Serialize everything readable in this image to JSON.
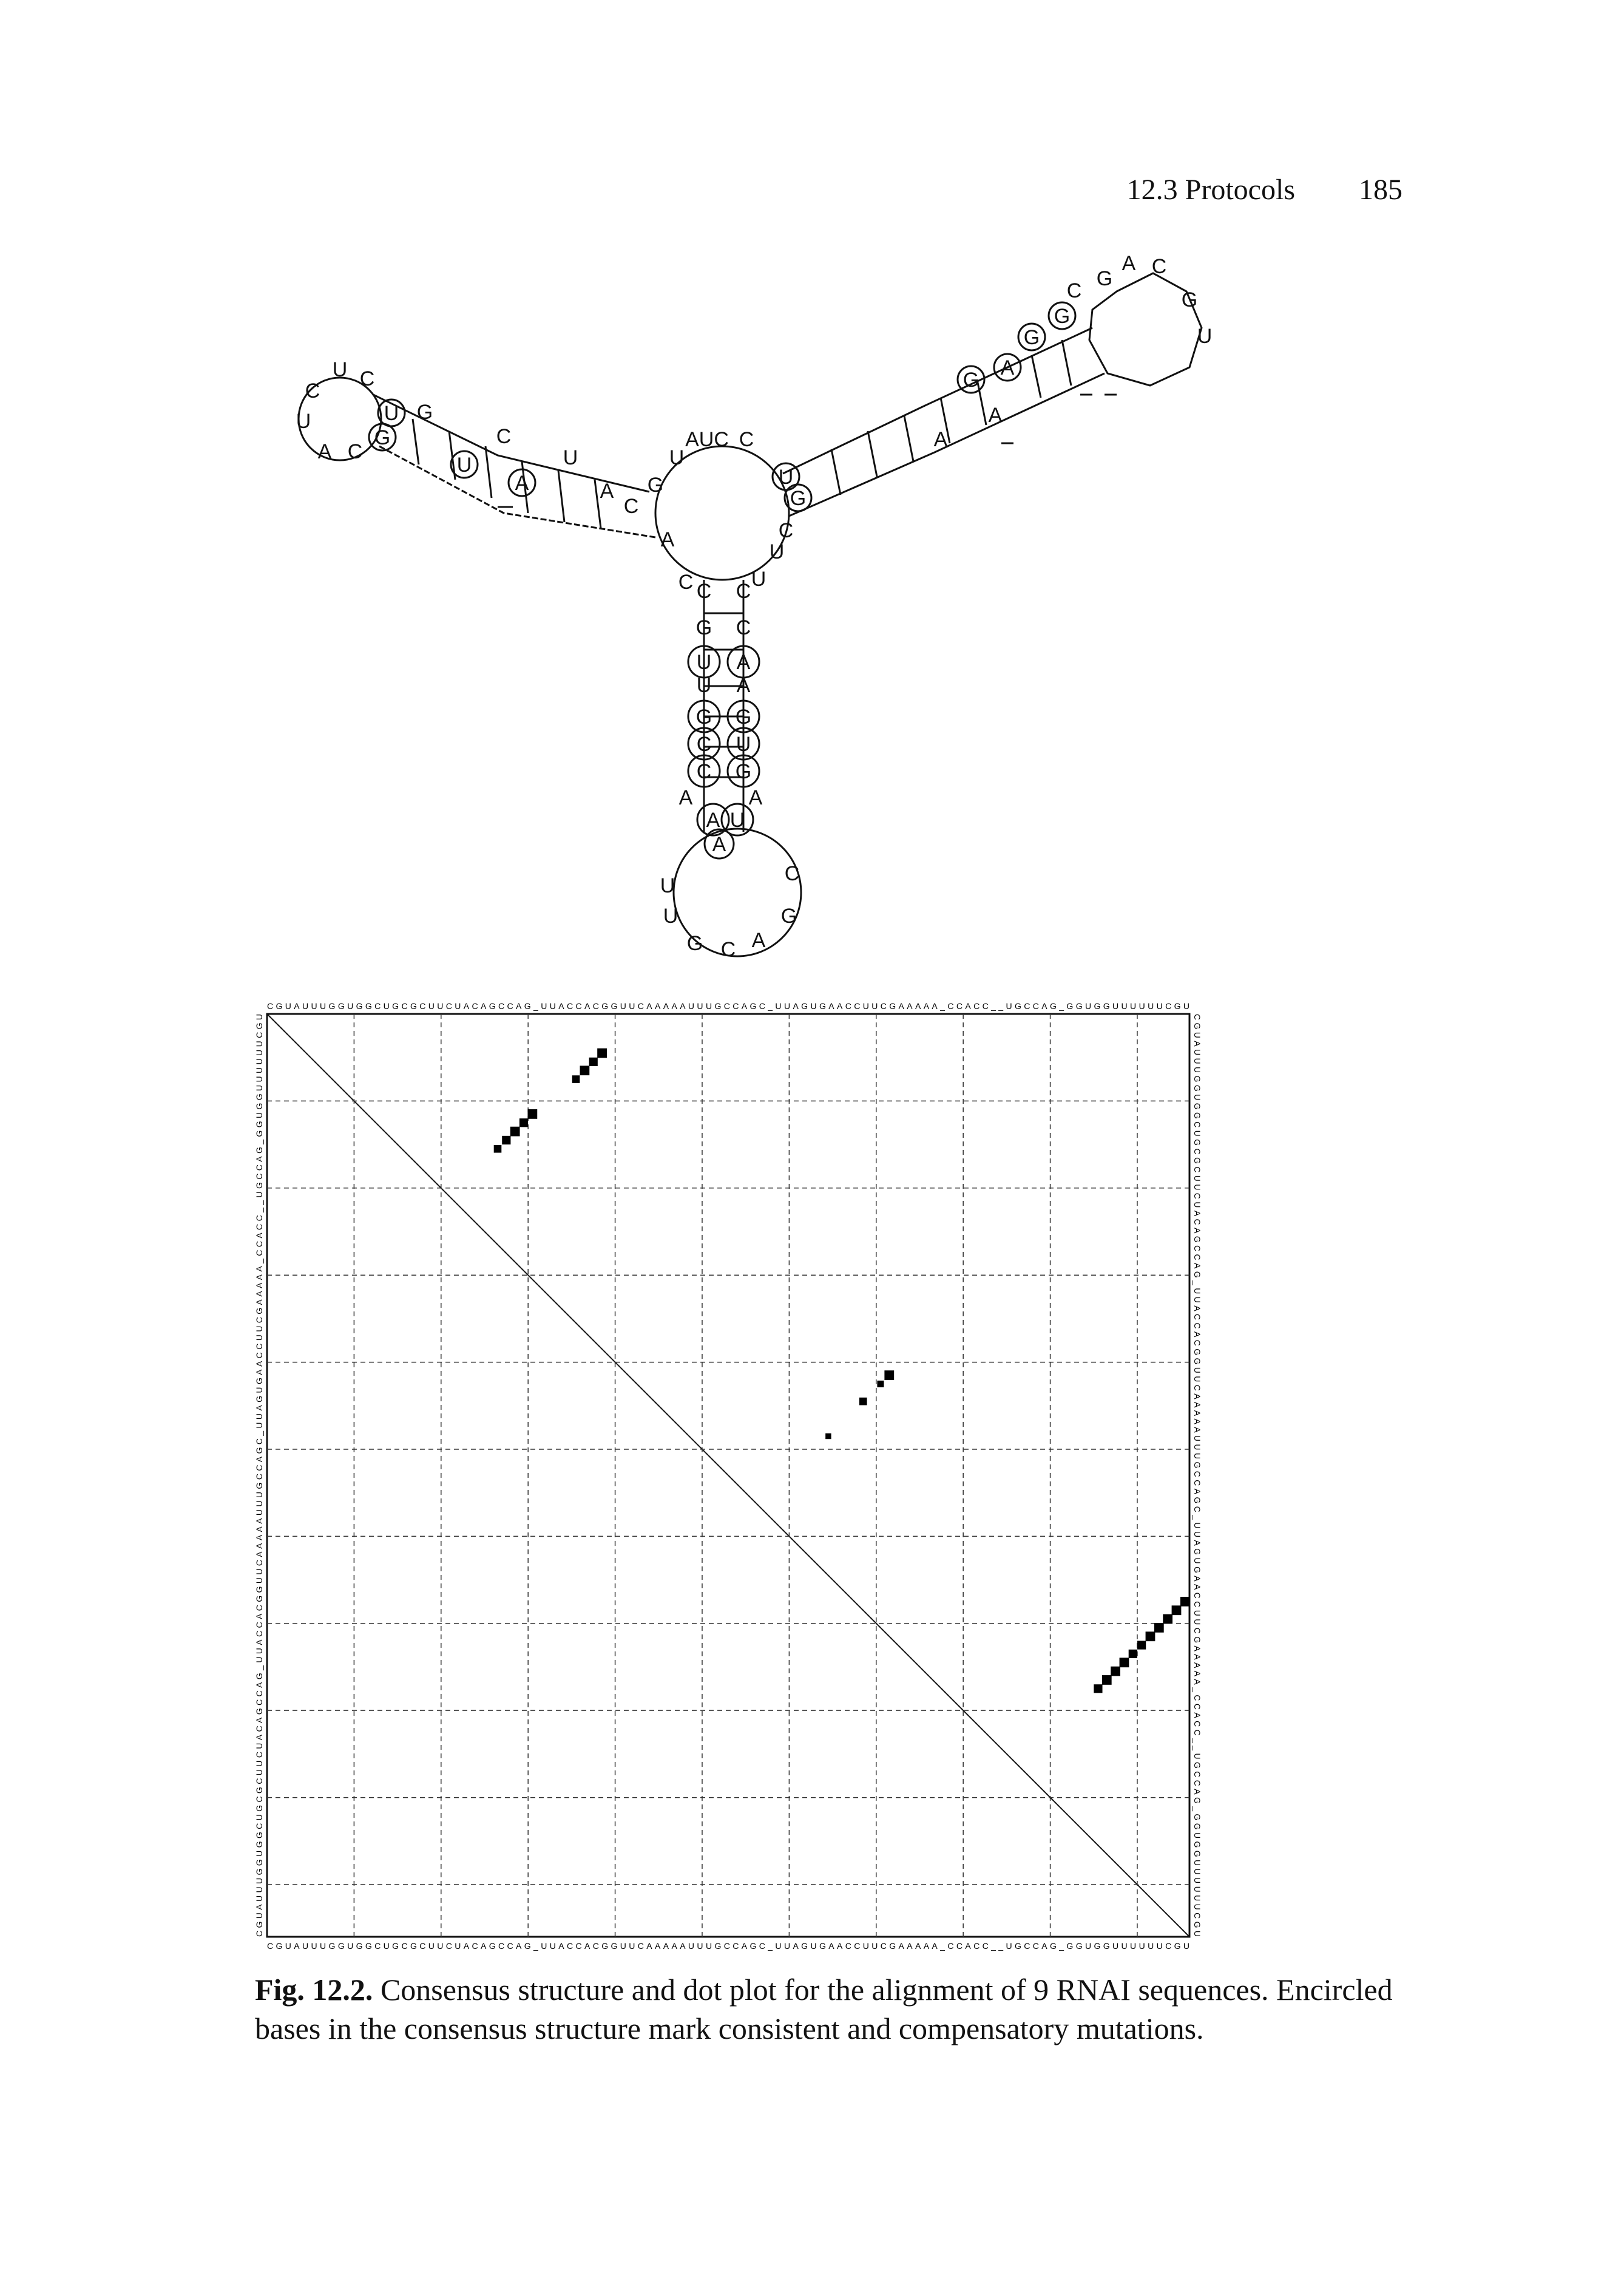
{
  "page_header": {
    "section": "12.3 Protocols",
    "page_number": "185"
  },
  "caption": {
    "label": "Fig. 12.2.",
    "text": "Consensus structure and dot plot for the alignment of 9 RNAI sequences. Encircled bases in the consensus structure mark consistent and compensatory mutations."
  },
  "dot_plot": {
    "sequence": "CGUAUUUGGUGGCUGCGCUUCUACAGCCAG_UUACCACGGUUCAAAAAUUUGCCAGC_UUAGUGAACCUUCGAAAAA_CCACC__UGCCAG_GGUGGUUUUUUCGU"
  }
}
